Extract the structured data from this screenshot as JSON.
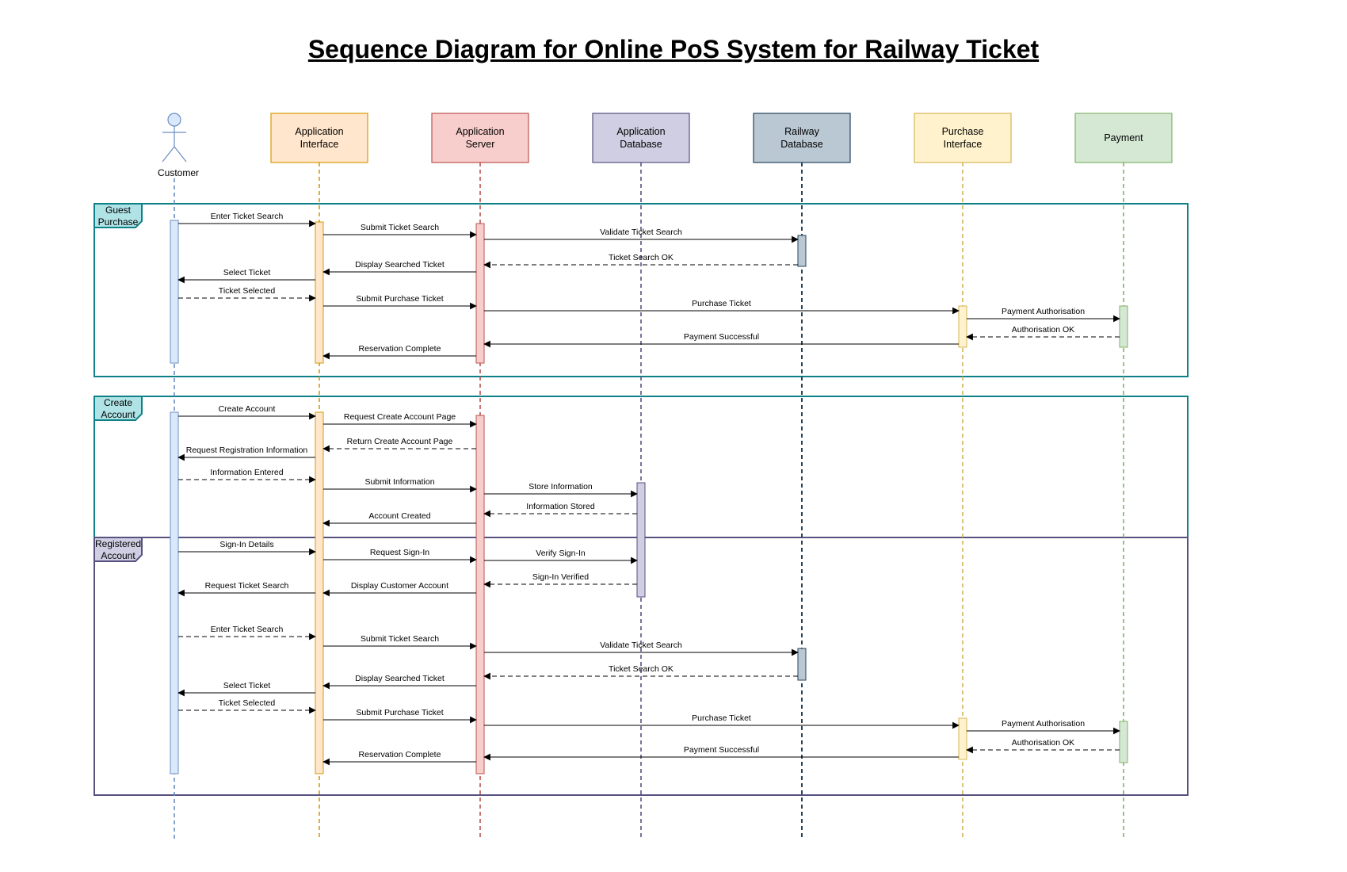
{
  "title": "Sequence Diagram for Online PoS System for Railway Ticket",
  "participants": [
    {
      "id": "customer",
      "label": "Customer",
      "type": "actor",
      "fill": "#dae8fc",
      "stroke": "#6c8ebf"
    },
    {
      "id": "app_interface",
      "label": "Application\nInterface",
      "type": "box",
      "fill": "#ffe6cc",
      "stroke": "#d79b00"
    },
    {
      "id": "app_server",
      "label": "Application\nServer",
      "type": "box",
      "fill": "#f8cecc",
      "stroke": "#b85450"
    },
    {
      "id": "app_database",
      "label": "Application\nDatabase",
      "type": "box",
      "fill": "#d0cee2",
      "stroke": "#56517e"
    },
    {
      "id": "railway_database",
      "label": "Railway\nDatabase",
      "type": "box",
      "fill": "#bac8d3",
      "stroke": "#23445d"
    },
    {
      "id": "purchase_interface",
      "label": "Purchase\nInterface",
      "type": "box",
      "fill": "#fff2cc",
      "stroke": "#d6b656"
    },
    {
      "id": "payment",
      "label": "Payment",
      "type": "box",
      "fill": "#d5e8d4",
      "stroke": "#82b366"
    }
  ],
  "frames": [
    {
      "id": "guest-purchase",
      "label": "Guest\nPurchase",
      "stroke": "#0e8088",
      "fill": "#b0e3e6"
    },
    {
      "id": "create-account",
      "label": "Create\nAccount",
      "stroke": "#0e8088",
      "fill": "#b0e3e6"
    },
    {
      "id": "registered-account",
      "label": "Registered\nAccount",
      "stroke": "#56517e",
      "fill": "#d0cee2"
    }
  ],
  "messages": [
    {
      "label": "Enter Ticket Search",
      "from": "customer",
      "to": "app_interface",
      "dashed": false
    },
    {
      "label": "Submit Ticket Search",
      "from": "app_interface",
      "to": "app_server",
      "dashed": false
    },
    {
      "label": "Validate Ticket Search",
      "from": "app_server",
      "to": "railway_database",
      "dashed": false
    },
    {
      "label": "Ticket Search OK",
      "from": "railway_database",
      "to": "app_server",
      "dashed": true
    },
    {
      "label": "Display Searched Ticket",
      "from": "app_server",
      "to": "app_interface",
      "dashed": false
    },
    {
      "label": "Select Ticket",
      "from": "app_interface",
      "to": "customer",
      "dashed": false
    },
    {
      "label": "Ticket Selected",
      "from": "customer",
      "to": "app_interface",
      "dashed": true
    },
    {
      "label": "Submit Purchase Ticket",
      "from": "app_interface",
      "to": "app_server",
      "dashed": false
    },
    {
      "label": "Purchase Ticket",
      "from": "app_server",
      "to": "purchase_interface",
      "dashed": false
    },
    {
      "label": "Payment Authorisation",
      "from": "purchase_interface",
      "to": "payment",
      "dashed": false
    },
    {
      "label": "Authorisation OK",
      "from": "payment",
      "to": "purchase_interface",
      "dashed": true
    },
    {
      "label": "Payment Successful",
      "from": "purchase_interface",
      "to": "app_server",
      "dashed": false
    },
    {
      "label": "Reservation Complete",
      "from": "app_server",
      "to": "app_interface",
      "dashed": false
    },
    {
      "label": "Create Account",
      "from": "customer",
      "to": "app_interface",
      "dashed": false
    },
    {
      "label": "Request Create Account Page",
      "from": "app_interface",
      "to": "app_server",
      "dashed": false
    },
    {
      "label": "Return Create Account Page",
      "from": "app_server",
      "to": "app_interface",
      "dashed": true
    },
    {
      "label": "Request Registration Information",
      "from": "app_interface",
      "to": "customer",
      "dashed": false
    },
    {
      "label": "Information Entered",
      "from": "customer",
      "to": "app_interface",
      "dashed": true
    },
    {
      "label": "Submit Information",
      "from": "app_interface",
      "to": "app_server",
      "dashed": false
    },
    {
      "label": "Store Information",
      "from": "app_server",
      "to": "app_database",
      "dashed": false
    },
    {
      "label": "Information Stored",
      "from": "app_database",
      "to": "app_server",
      "dashed": true
    },
    {
      "label": "Account Created",
      "from": "app_server",
      "to": "app_interface",
      "dashed": false
    },
    {
      "label": "Sign-In Details",
      "from": "customer",
      "to": "app_interface",
      "dashed": false
    },
    {
      "label": "Request Sign-In",
      "from": "app_interface",
      "to": "app_server",
      "dashed": false
    },
    {
      "label": "Verify Sign-In",
      "from": "app_server",
      "to": "app_database",
      "dashed": false
    },
    {
      "label": "Sign-In Verified",
      "from": "app_database",
      "to": "app_server",
      "dashed": true
    },
    {
      "label": "Display Customer Account",
      "from": "app_server",
      "to": "app_interface",
      "dashed": false
    },
    {
      "label": "Request Ticket Search",
      "from": "app_interface",
      "to": "customer",
      "dashed": false
    },
    {
      "label": "Enter Ticket Search",
      "from": "customer",
      "to": "app_interface",
      "dashed": true
    },
    {
      "label": "Submit Ticket Search",
      "from": "app_interface",
      "to": "app_server",
      "dashed": false
    },
    {
      "label": "Validate Ticket Search",
      "from": "app_server",
      "to": "railway_database",
      "dashed": false
    },
    {
      "label": "Ticket Search OK",
      "from": "railway_database",
      "to": "app_server",
      "dashed": true
    },
    {
      "label": "Display Searched Ticket",
      "from": "app_server",
      "to": "app_interface",
      "dashed": false
    },
    {
      "label": "Select Ticket",
      "from": "app_interface",
      "to": "customer",
      "dashed": false
    },
    {
      "label": "Ticket Selected",
      "from": "customer",
      "to": "app_interface",
      "dashed": true
    },
    {
      "label": "Submit Purchase Ticket",
      "from": "app_interface",
      "to": "app_server",
      "dashed": false
    },
    {
      "label": "Purchase Ticket",
      "from": "app_server",
      "to": "purchase_interface",
      "dashed": false
    },
    {
      "label": "Payment Authorisation",
      "from": "purchase_interface",
      "to": "payment",
      "dashed": false
    },
    {
      "label": "Authorisation OK",
      "from": "payment",
      "to": "purchase_interface",
      "dashed": true
    },
    {
      "label": "Payment Successful",
      "from": "purchase_interface",
      "to": "app_server",
      "dashed": false
    },
    {
      "label": "Reservation Complete",
      "from": "app_server",
      "to": "app_interface",
      "dashed": false
    }
  ]
}
